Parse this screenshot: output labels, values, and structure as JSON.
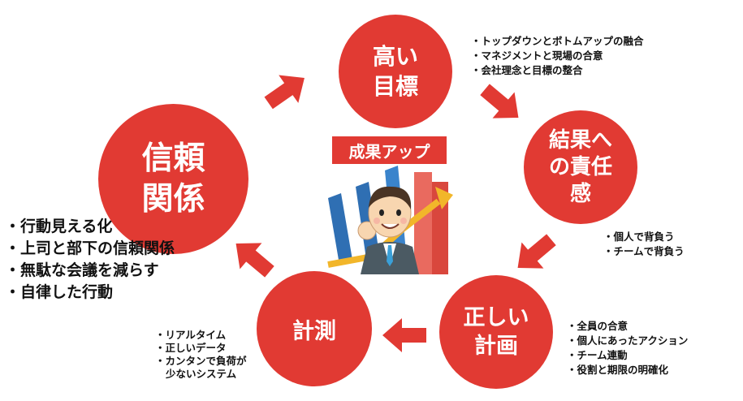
{
  "center": {
    "title": "成果アップ"
  },
  "cycle": {
    "trust": {
      "lines": [
        "信頼",
        "関係"
      ],
      "notes": [
        "・行動見える化",
        "・上司と部下の信頼関係",
        "・無駄な会議を減らす",
        "・自律した行動"
      ]
    },
    "goal": {
      "lines": [
        "高い",
        "目標"
      ],
      "notes": [
        "・トップダウンとボトムアップの融合",
        "・マネジメントと現場の合意",
        "・会社理念と目標の整合"
      ]
    },
    "responsibility": {
      "lines": [
        "結果へ",
        "の責任",
        "感"
      ],
      "notes": [
        "・個人で背負う",
        "・チームで背負う"
      ]
    },
    "plan": {
      "lines": [
        "正しい",
        "計画"
      ],
      "notes": [
        "・全員の合意",
        "・個人にあったアクション",
        "・チーム連動",
        "・役割と期限の明確化"
      ]
    },
    "measure": {
      "lines": [
        "計測"
      ],
      "notes": [
        "・リアルタイム",
        "・正しいデータ",
        "・カンタンで負荷が",
        "少ないシステム"
      ]
    }
  },
  "colors": {
    "accent": "#e13a33",
    "text": "#111111",
    "background": "#ffffff"
  }
}
